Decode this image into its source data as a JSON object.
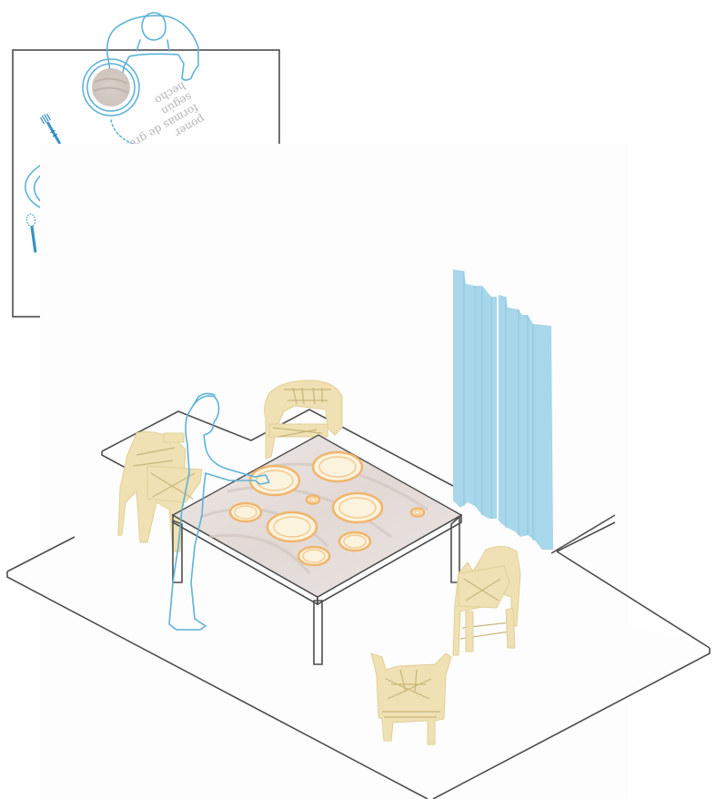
{
  "colors": {
    "outline": "#4d4d4d",
    "figure": "#5eb2d9",
    "curtain": "#a8d6ea",
    "chairs": "#efe1b4",
    "plates": "#f0b56c",
    "tabletop": "#e9e1dc"
  },
  "icons": [
    "person-figure-icon",
    "spoon-icon",
    "fork-icon",
    "plate-icon",
    "chair-icon",
    "curtain-icon"
  ],
  "inset": {
    "handwriting": [
      "poner",
      "formas de greda",
      "según",
      "hecho"
    ]
  }
}
